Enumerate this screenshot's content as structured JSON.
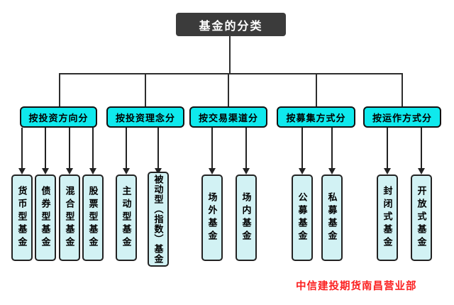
{
  "title": "基金的分类",
  "groups": [
    {
      "label": "按投资方向分",
      "children": [
        "货币型基金",
        "债券型基金",
        "混合型基金",
        "股票型基金"
      ]
    },
    {
      "label": "按投资理念分",
      "children": [
        "主动型基金",
        "被动型（指数）基金"
      ]
    },
    {
      "label": "按交易渠道分",
      "children": [
        "场外基金",
        "场内基金"
      ]
    },
    {
      "label": "按募集方式分",
      "children": [
        "公募基金",
        "私募基金"
      ]
    },
    {
      "label": "按运作方式分",
      "children": [
        "封闭式基金",
        "开放式基金"
      ]
    }
  ],
  "footer": "中信建投期货南昌营业部",
  "colors": {
    "title_bg": "#3b3b3b",
    "title_text": "#ffffff",
    "category_fill": "#0fe9ed",
    "leaf_fill": "#d2f2f4",
    "node_border": "#111111",
    "connector": "#2e2e2e",
    "footer_text": "#fb2020"
  }
}
